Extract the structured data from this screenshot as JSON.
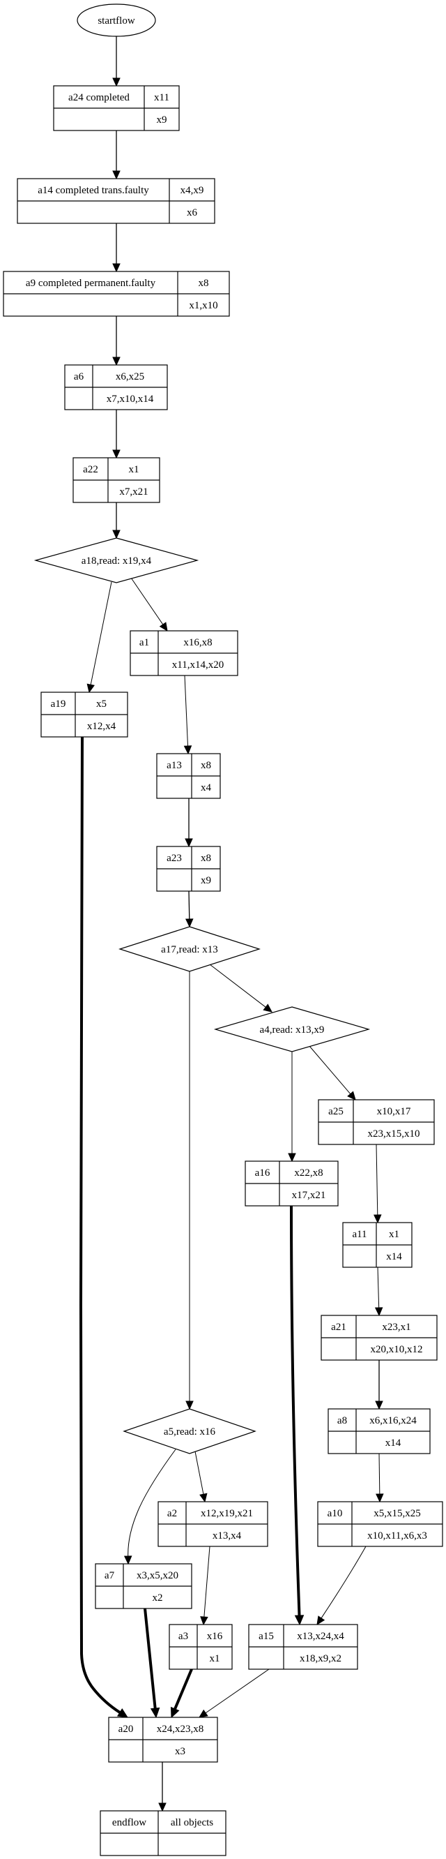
{
  "diagram": {
    "type": "workflow graph",
    "nodes": [
      {
        "id": "startflow",
        "shape": "ellipse",
        "label": "startflow"
      },
      {
        "id": "a24",
        "shape": "record",
        "title": "a24 completed",
        "top": "x11",
        "bottom": "x9"
      },
      {
        "id": "a14",
        "shape": "record",
        "title": "a14 completed trans.faulty",
        "top": "x4,x9",
        "bottom": "x6"
      },
      {
        "id": "a9",
        "shape": "record",
        "title": "a9 completed permanent.faulty",
        "top": "x8",
        "bottom": "x1,x10"
      },
      {
        "id": "a6",
        "shape": "record",
        "title": "a6",
        "top": "x6,x25",
        "bottom": "x7,x10,x14"
      },
      {
        "id": "a22",
        "shape": "record",
        "title": "a22",
        "top": "x1",
        "bottom": "x7,x21"
      },
      {
        "id": "a18",
        "shape": "diamond",
        "label": "a18,read: x19,x4"
      },
      {
        "id": "a1",
        "shape": "record",
        "title": "a1",
        "top": "x16,x8",
        "bottom": "x11,x14,x20"
      },
      {
        "id": "a19",
        "shape": "record",
        "title": "a19",
        "top": "x5",
        "bottom": "x12,x4"
      },
      {
        "id": "a13",
        "shape": "record",
        "title": "a13",
        "top": "x8",
        "bottom": "x4"
      },
      {
        "id": "a23",
        "shape": "record",
        "title": "a23",
        "top": "x8",
        "bottom": "x9"
      },
      {
        "id": "a17",
        "shape": "diamond",
        "label": "a17,read: x13"
      },
      {
        "id": "a4",
        "shape": "diamond",
        "label": "a4,read: x13,x9"
      },
      {
        "id": "a25",
        "shape": "record",
        "title": "a25",
        "top": "x10,x17",
        "bottom": "x23,x15,x10"
      },
      {
        "id": "a16",
        "shape": "record",
        "title": "a16",
        "top": "x22,x8",
        "bottom": "x17,x21"
      },
      {
        "id": "a11",
        "shape": "record",
        "title": "a11",
        "top": "x1",
        "bottom": "x14"
      },
      {
        "id": "a21",
        "shape": "record",
        "title": "a21",
        "top": "x23,x1",
        "bottom": "x20,x10,x12"
      },
      {
        "id": "a8",
        "shape": "record",
        "title": "a8",
        "top": "x6,x16,x24",
        "bottom": "x14"
      },
      {
        "id": "a5",
        "shape": "diamond",
        "label": "a5,read: x16"
      },
      {
        "id": "a2",
        "shape": "record",
        "title": "a2",
        "top": "x12,x19,x21",
        "bottom": "x13,x4"
      },
      {
        "id": "a10",
        "shape": "record",
        "title": "a10",
        "top": "x5,x15,x25",
        "bottom": "x10,x11,x6,x3"
      },
      {
        "id": "a7",
        "shape": "record",
        "title": "a7",
        "top": "x3,x5,x20",
        "bottom": "x2"
      },
      {
        "id": "a3",
        "shape": "record",
        "title": "a3",
        "top": "x16",
        "bottom": "x1"
      },
      {
        "id": "a15",
        "shape": "record",
        "title": "a15",
        "top": "x13,x24,x4",
        "bottom": "x18,x9,x2"
      },
      {
        "id": "a20",
        "shape": "record",
        "title": "a20",
        "top": "x24,x23,x8",
        "bottom": "x3"
      },
      {
        "id": "endflow",
        "shape": "record",
        "title": "endflow",
        "top": "all objects",
        "bottom": ""
      }
    ],
    "edges": [
      {
        "from": "startflow",
        "to": "a24",
        "weight": "normal"
      },
      {
        "from": "a24",
        "to": "a14",
        "weight": "normal"
      },
      {
        "from": "a14",
        "to": "a9",
        "weight": "normal"
      },
      {
        "from": "a9",
        "to": "a6",
        "weight": "normal"
      },
      {
        "from": "a6",
        "to": "a22",
        "weight": "normal"
      },
      {
        "from": "a22",
        "to": "a18",
        "weight": "normal"
      },
      {
        "from": "a18",
        "to": "a19",
        "weight": "thin"
      },
      {
        "from": "a18",
        "to": "a1",
        "weight": "thin"
      },
      {
        "from": "a1",
        "to": "a13",
        "weight": "thin"
      },
      {
        "from": "a13",
        "to": "a23",
        "weight": "normal"
      },
      {
        "from": "a23",
        "to": "a17",
        "weight": "normal"
      },
      {
        "from": "a17",
        "to": "a4",
        "weight": "thin"
      },
      {
        "from": "a17",
        "to": "a5",
        "weight": "thin"
      },
      {
        "from": "a4",
        "to": "a16",
        "weight": "thin"
      },
      {
        "from": "a4",
        "to": "a25",
        "weight": "thin"
      },
      {
        "from": "a25",
        "to": "a11",
        "weight": "thin"
      },
      {
        "from": "a11",
        "to": "a21",
        "weight": "thin"
      },
      {
        "from": "a21",
        "to": "a8",
        "weight": "normal"
      },
      {
        "from": "a8",
        "to": "a10",
        "weight": "thin"
      },
      {
        "from": "a5",
        "to": "a7",
        "weight": "thin"
      },
      {
        "from": "a5",
        "to": "a2",
        "weight": "thin"
      },
      {
        "from": "a2",
        "to": "a3",
        "weight": "thin"
      },
      {
        "from": "a16",
        "to": "a15",
        "weight": "thick"
      },
      {
        "from": "a10",
        "to": "a15",
        "weight": "thin"
      },
      {
        "from": "a19",
        "to": "a20",
        "weight": "thick"
      },
      {
        "from": "a7",
        "to": "a20",
        "weight": "thick"
      },
      {
        "from": "a3",
        "to": "a20",
        "weight": "thick"
      },
      {
        "from": "a15",
        "to": "a20",
        "weight": "thin"
      },
      {
        "from": "a20",
        "to": "endflow",
        "weight": "normal"
      }
    ]
  }
}
